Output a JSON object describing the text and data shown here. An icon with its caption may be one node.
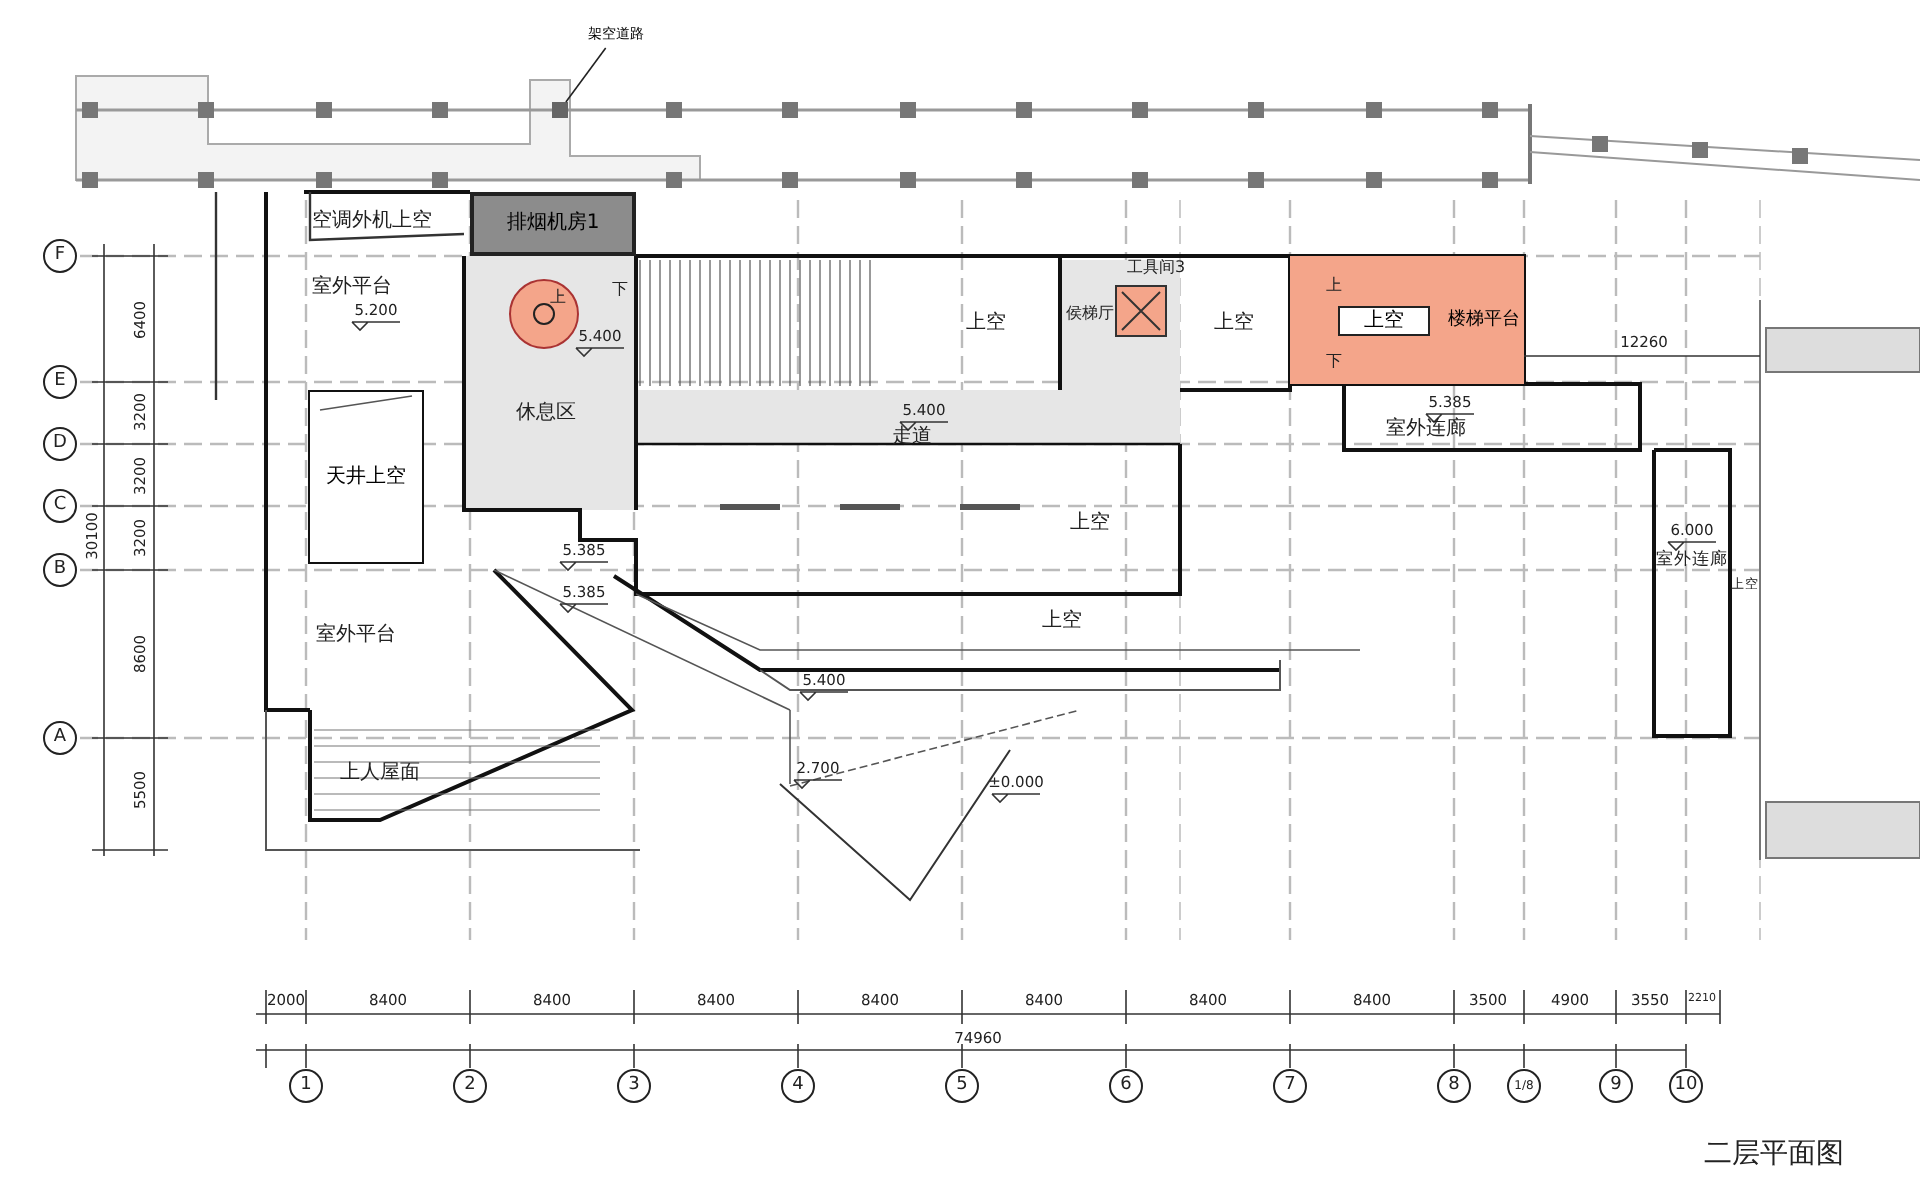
{
  "diagram": {
    "caption": "二层平面图",
    "nodes": [
      {
        "text": [
          "排烟机房1"
        ]
      },
      {
        "text": [
          "楼梯平台"
        ]
      },
      {
        "text": [
          "上空"
        ],
        "in": 1
      },
      {
        "text": [
          "天井上空"
        ]
      },
      {
        "text": [
          "架空道路"
        ]
      },
      {
        "text": [],
        "shape": "box"
      }
    ],
    "edges": [
      {
        "from": 4,
        "to": 5,
        "arrow": "none"
      }
    ],
    "labels": [
      "空调外机上空",
      "F",
      "室外平台",
      "5.200",
      "上",
      "下",
      "5.400",
      "上空",
      "侯梯厅",
      "工具间3",
      "上空",
      "上",
      "下",
      "6400",
      "E",
      "12260",
      "休息区",
      "5.400",
      "走道",
      "5.385",
      "室外连廊",
      "3200",
      "D",
      "3200",
      "C",
      "30100",
      "3200",
      "上空",
      "6.000",
      "5.385",
      "室外连廊",
      "B",
      "上空",
      "5.385",
      "室外平台",
      "上空",
      "8600",
      "5.400",
      "A",
      "5500",
      "上人屋面",
      "2.700",
      "±0.000",
      "2000",
      "8400",
      "8400",
      "8400",
      "8400",
      "8400",
      "8400",
      "8400",
      "3500",
      "4900",
      "3550",
      "2210",
      "74960",
      "1",
      "2",
      "3",
      "4",
      "5",
      "6",
      "7",
      "8",
      "1/8",
      "9",
      "10"
    ]
  }
}
